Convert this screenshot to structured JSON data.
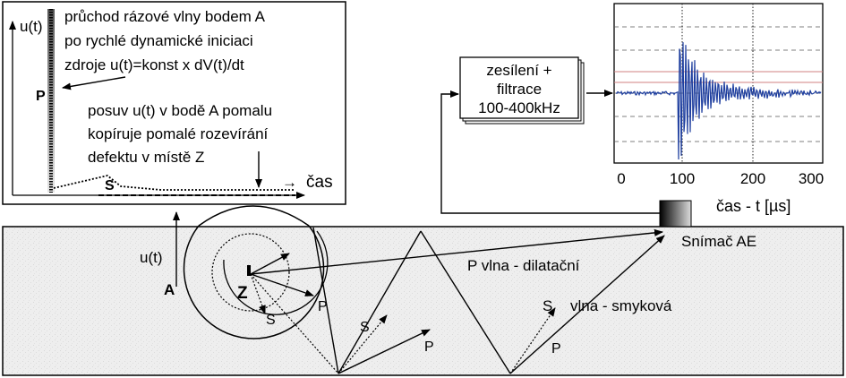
{
  "inset_plot": {
    "y_axis_label": "u(t)",
    "x_axis_label": "čas",
    "text_wave_line1": "průchod rázové vlny bodem A",
    "text_wave_line2": "po rychlé dynamické iniciaci",
    "text_wave_line3": "zdroje u(t)=konst x dV(t)/dt",
    "text_slow_line1": "posuv u(t) v bodě A pomalu",
    "text_slow_line2": "kopíruje pomalé rozevírání",
    "text_slow_line3": "defektu v místě Z",
    "marker_p": "P",
    "marker_s": "S"
  },
  "amplifier": {
    "line1": "zesílení +",
    "line2": "filtrace",
    "line3": "100-400kHz"
  },
  "signal_plot": {
    "x_ticks": [
      "0",
      "100",
      "200",
      "300"
    ],
    "x_axis_label": "čas - t [µs]",
    "line_color": "#1f3f9f",
    "ref_line_color": "#d08080"
  },
  "specimen": {
    "sensor_label": "Snímač AE",
    "source_label": "Z",
    "point_a_label": "A",
    "displacement_label": "u(t)",
    "p_wave_label": "P vlna - dilatační",
    "s_wave_prefix": "S",
    "s_wave_label": "vlna - smyková",
    "p_label": "P",
    "s_label": "S"
  }
}
